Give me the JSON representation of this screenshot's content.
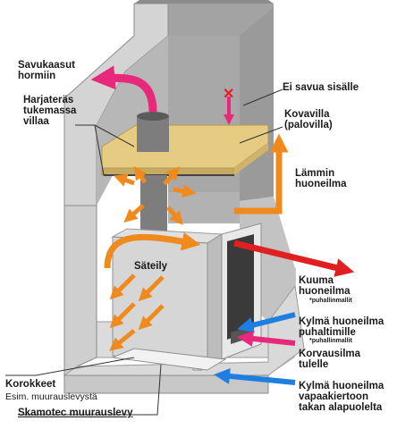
{
  "labels": {
    "savukaasut": [
      "Savukaasut",
      "hormiin"
    ],
    "harjateras": [
      "Harjateräs",
      "tukemassa",
      "villaa"
    ],
    "ei_savua": "Ei savua sisälle",
    "kovavilla": [
      "Kovavilla",
      "(palovilla)"
    ],
    "lammin": [
      "Lämmin",
      "huoneilma"
    ],
    "sateily": "Säteily",
    "kuuma": [
      "Kuuma",
      "huoneilma"
    ],
    "kuuma_note": "*puhallinmallit",
    "kylma1": [
      "Kylmä huoneilma",
      "puhaltimille"
    ],
    "kylma1_note": "*puhallinmallit",
    "korvausilma": [
      "Korvausilma",
      "tulelle"
    ],
    "kylma2": [
      "Kylmä huoneilma",
      "vapaakiertoon",
      "takan alapuolelta"
    ],
    "korokkeet": "Korokkeet",
    "korokkeet_sub": "Esim. muurauslevystä",
    "skamotec": "Skamotec muurauslevy",
    "blocked_mark": "✕"
  },
  "colors": {
    "wall_dark": "#a3a3a3",
    "wall_light": "#d4d4d4",
    "insulation": "#e6cc82",
    "arrow_pink": "#e8287a",
    "arrow_orange": "#f08a1c",
    "arrow_red": "#e02020",
    "arrow_blue": "#1e7fe0",
    "pipe": "#7d7d7d",
    "stove": "#cfcfcf"
  }
}
